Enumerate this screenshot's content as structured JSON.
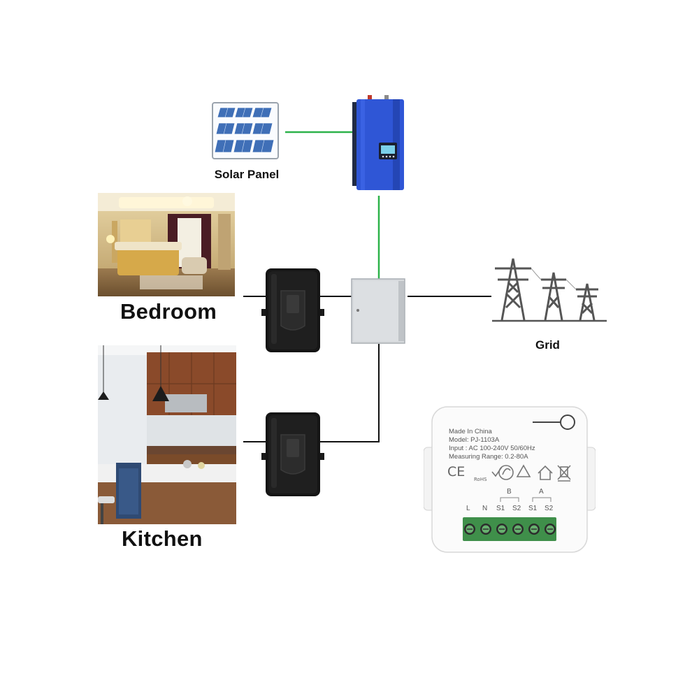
{
  "labels": {
    "solar_panel": "Solar Panel",
    "bedroom": "Bedroom",
    "kitchen": "Kitchen",
    "grid": "Grid"
  },
  "meter": {
    "line1": "Made In China",
    "line2": "Model: PJ-1103A",
    "line3": "Input : AC 100-240V 50/60Hz",
    "line4": "Measuring Range: 0.2-80A",
    "terminals": [
      "L",
      "N",
      "S1",
      "S2",
      "S1",
      "S2"
    ],
    "group_b": "B",
    "group_a": "A",
    "cert_ce": "CE",
    "cert_rohs": "RoHS"
  },
  "colors": {
    "green_wire": "#2db34a",
    "black_wire": "#111111",
    "inverter_blue": "#2f56d6",
    "terminal_green": "#3f8f4a",
    "box_gray": "#d6d9dc"
  }
}
